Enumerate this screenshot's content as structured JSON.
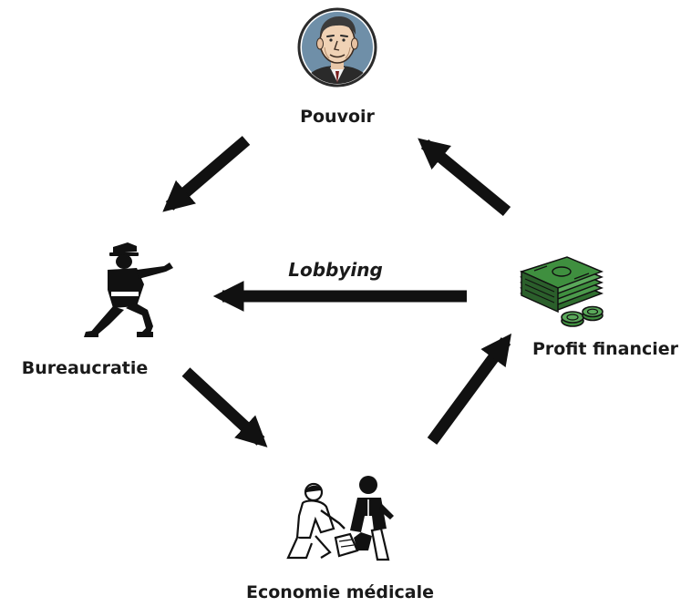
{
  "nodes": {
    "top": {
      "label": "Pouvoir",
      "icon": "politician-portrait-icon"
    },
    "left": {
      "label": "Bureaucratie",
      "icon": "police-officer-icon"
    },
    "right": {
      "label": "Profit financier",
      "icon": "money-stack-icon"
    },
    "bottom": {
      "label": "Economie médicale",
      "icon": "doctor-patient-icon"
    }
  },
  "edges": [
    {
      "from": "top",
      "to": "left"
    },
    {
      "from": "left",
      "to": "bottom"
    },
    {
      "from": "bottom",
      "to": "right"
    },
    {
      "from": "right",
      "to": "top"
    },
    {
      "from": "right",
      "to": "left",
      "label": "Lobbying"
    }
  ],
  "colors": {
    "arrow": "#111111",
    "text": "#1a1a1a",
    "money_green": "#3f8f3f",
    "portrait_bg": "#6f8fa8"
  }
}
